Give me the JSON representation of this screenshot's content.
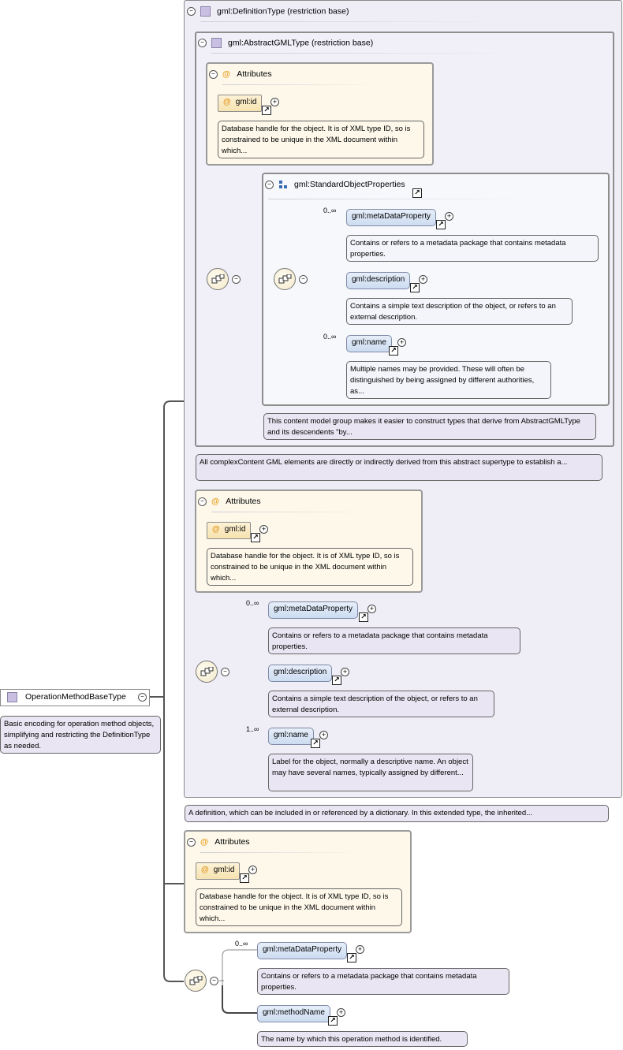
{
  "root": {
    "name": "OperationMethodBaseType",
    "doc": "Basic encoding for operation method objects, simplifying and restricting the DefinitionType as needed."
  },
  "definition_type": {
    "title": "gml:DefinitionType (restriction base)",
    "doc": "A definition, which can be included in or referenced by a dictionary. In this extended type, the inherited..."
  },
  "abstract_gml_type": {
    "title": "gml:AbstractGMLType (restriction base)",
    "doc": "All complexContent GML elements are directly or indirectly derived from this abstract supertype to establish a..."
  },
  "attributes_label": "Attributes",
  "gml_id": {
    "name": "gml:id",
    "doc": "Database handle for the object. It is of XML type ID, so is constrained to be unique in the XML document within which..."
  },
  "standard_object_properties": {
    "title": "gml:StandardObjectProperties",
    "doc": "This content model group makes it easier to construct types that derive from AbstractGMLType and its descendents \"by..."
  },
  "elements": {
    "metadata_property": {
      "name": "gml:metaDataProperty",
      "cardinality": "0..∞",
      "doc": "Contains or refers to a metadata package that contains metadata properties."
    },
    "description": {
      "name": "gml:description",
      "doc": "Contains a simple text description of the object, or refers to an external description."
    },
    "name_inner": {
      "name": "gml:name",
      "cardinality": "0..∞",
      "doc": "Multiple names may be provided. These will often be distinguished by being assigned by different authorities, as..."
    },
    "name_outer": {
      "name": "gml:name",
      "cardinality": "1..∞",
      "doc": "Label for the object, normally a descriptive name. An object may have several names, typically assigned by different..."
    },
    "method_name": {
      "name": "gml:methodName",
      "doc": "The name by which this operation method is identified."
    }
  },
  "symbols": {
    "collapse": "−",
    "expand": "+",
    "link": "↗",
    "attribute": "@"
  }
}
